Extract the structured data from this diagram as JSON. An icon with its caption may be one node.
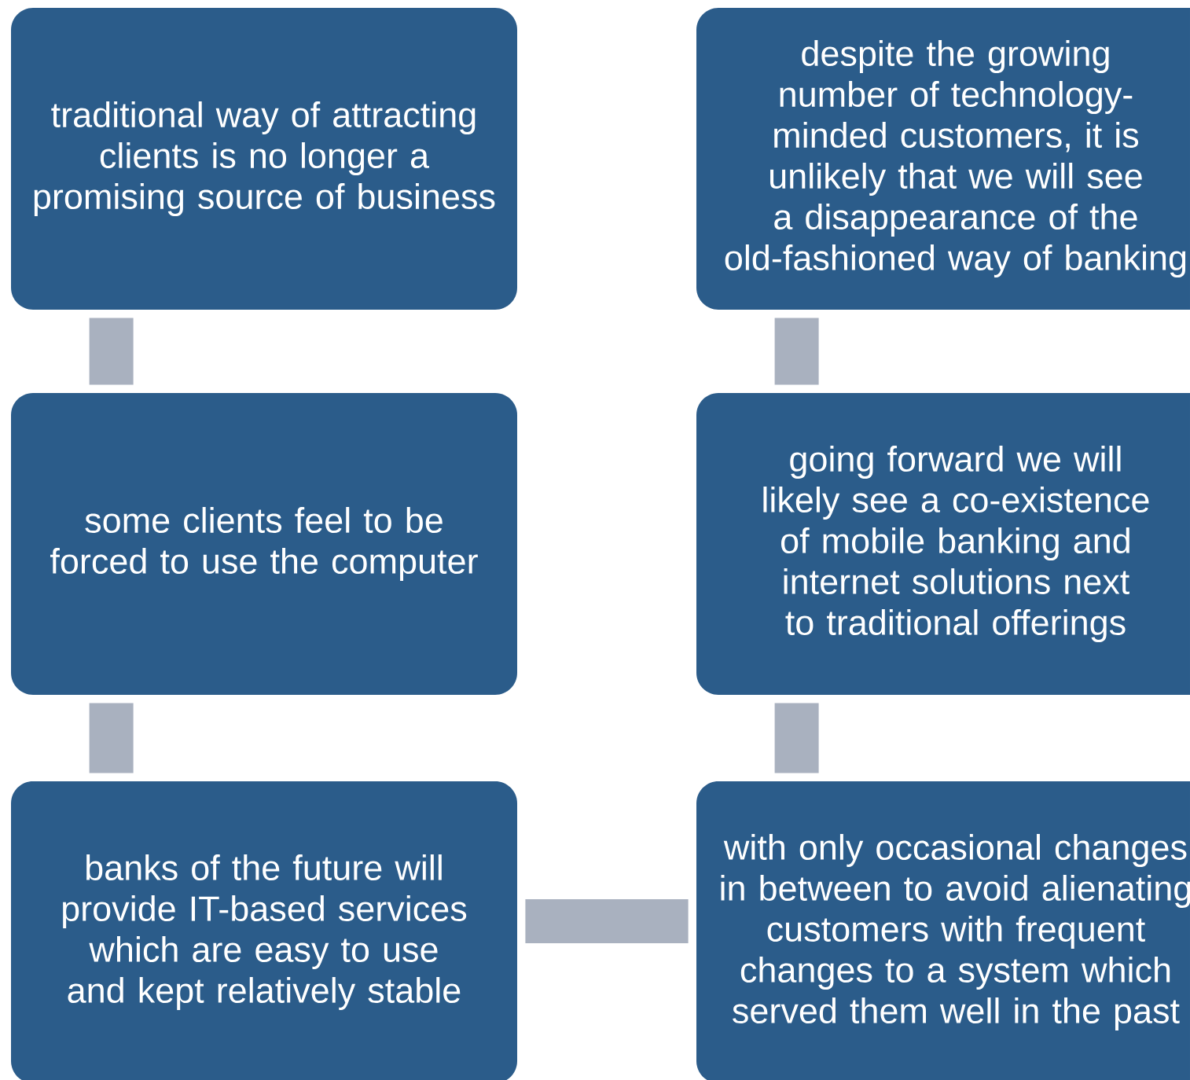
{
  "diagram": {
    "nodes": [
      {
        "text": [
          "traditional way of attracting clients is no longer a promising source of business"
        ]
      },
      {
        "text": [
          "despite the growing number of technology-minded customers, it is unlikely that we will see a disappearance of the old-fashioned way of banking"
        ]
      },
      {
        "text": [
          "some clients feel to be forced to use the computer"
        ]
      },
      {
        "text": [
          "going forward we will likely see a co-existence of mobile banking and internet solutions next to traditional offerings"
        ]
      },
      {
        "text": [
          "banks of the future will provide IT-based services which are easy to use and kept relatively stable"
        ]
      },
      {
        "text": [
          "with only occasional changes in between to avoid alienating customers with frequent changes to a system which served them well in the past"
        ]
      }
    ],
    "edges": [
      {
        "from": 0,
        "to": 2,
        "arrow": "none"
      },
      {
        "from": 2,
        "to": 4,
        "arrow": "none"
      },
      {
        "from": 4,
        "to": 5,
        "arrow": "none"
      },
      {
        "from": 5,
        "to": 3,
        "arrow": "none"
      },
      {
        "from": 3,
        "to": 1,
        "arrow": "none"
      }
    ]
  }
}
